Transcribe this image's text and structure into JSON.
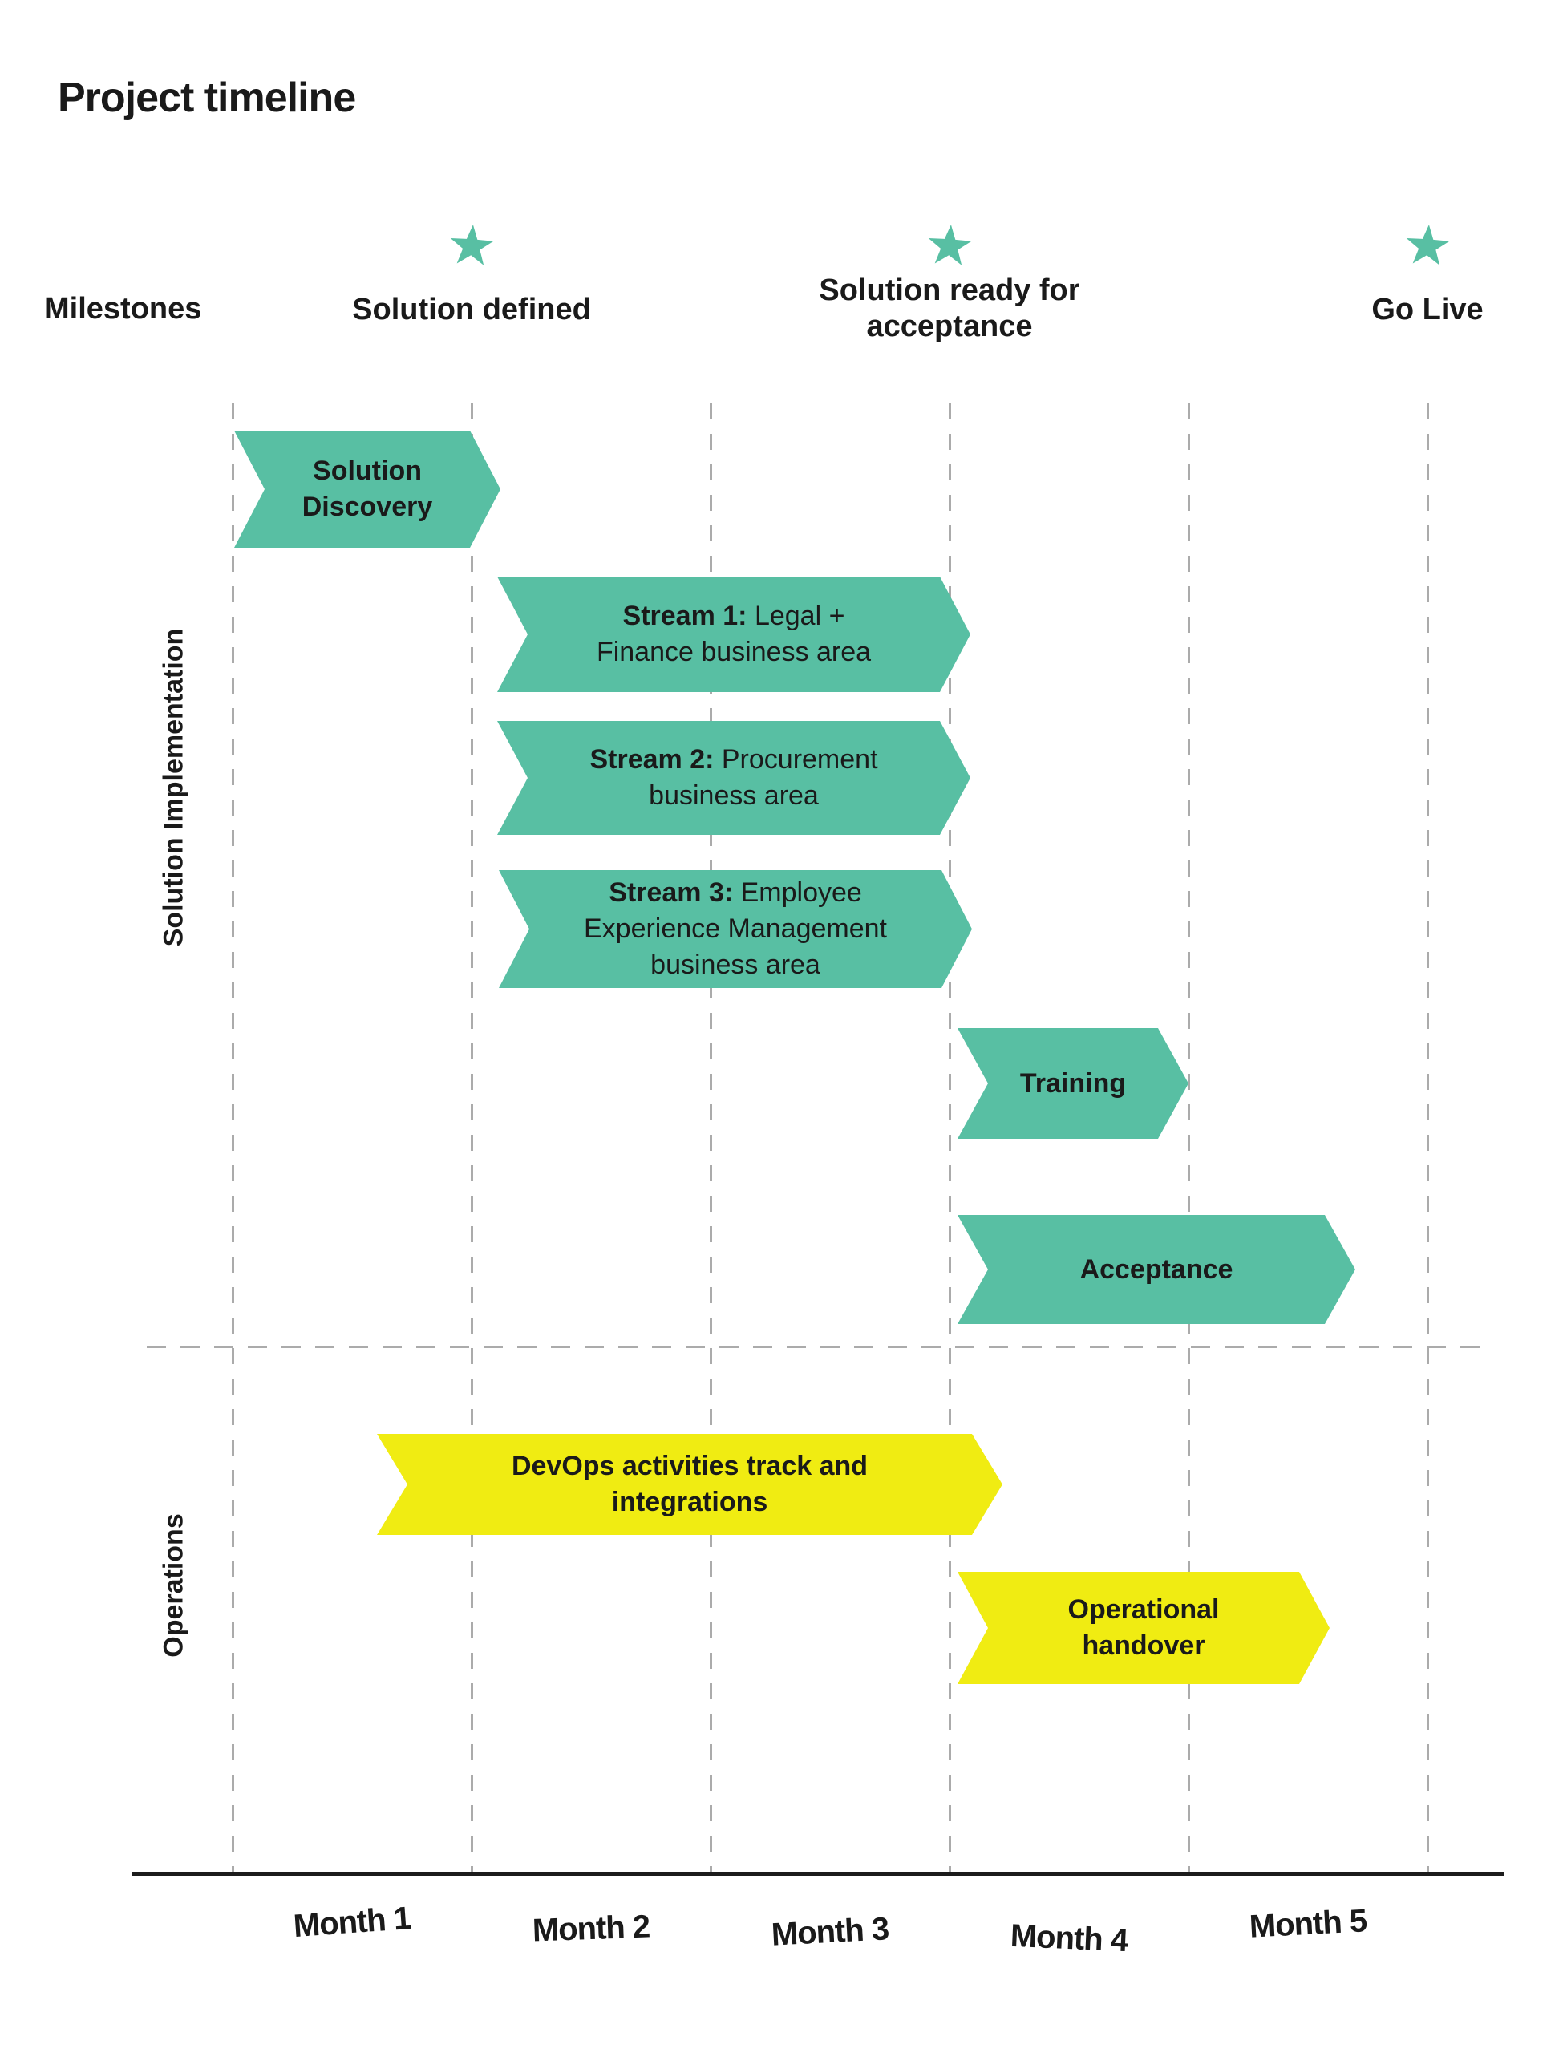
{
  "title": "Project timeline",
  "colors": {
    "teal": "#58BFA3",
    "yellow": "#F0EC12",
    "gridline": "#ABABAB",
    "axis": "#1C1C1C",
    "text": "#1A1A1A"
  },
  "milestones_row_label": "Milestones",
  "milestones": [
    {
      "label": "Solution defined",
      "at_month": 1
    },
    {
      "label": "Solution ready for acceptance",
      "at_month": 3
    },
    {
      "label": "Go Live",
      "at_month": 5
    }
  ],
  "sections": [
    {
      "label": "Solution Implementation"
    },
    {
      "label": "Operations"
    }
  ],
  "bars": [
    {
      "bold": "Solution Discovery",
      "rest": "",
      "color": "teal",
      "section": "Solution Implementation"
    },
    {
      "bold": "Stream 1:",
      "rest": " Legal + Finance business area",
      "color": "teal",
      "section": "Solution Implementation"
    },
    {
      "bold": "Stream 2:",
      "rest": " Procurement business area",
      "color": "teal",
      "section": "Solution Implementation"
    },
    {
      "bold": "Stream 3:",
      "rest": " Employee Experience Management business area",
      "color": "teal",
      "section": "Solution Implementation"
    },
    {
      "bold": "Training",
      "rest": "",
      "color": "teal",
      "section": "Solution Implementation"
    },
    {
      "bold": "Acceptance",
      "rest": "",
      "color": "teal",
      "section": "Solution Implementation"
    },
    {
      "bold": "DevOps activities track and integrations",
      "rest": "",
      "color": "yellow",
      "section": "Operations"
    },
    {
      "bold": "Operational handover",
      "rest": "",
      "color": "yellow",
      "section": "Operations"
    }
  ],
  "months": [
    "Month 1",
    "Month 2",
    "Month 3",
    "Month 4",
    "Month 5"
  ],
  "chart_data": {
    "type": "bar",
    "subtype": "gantt-project-timeline",
    "title": "Project timeline",
    "xlabel": "",
    "ylabel": "",
    "x_axis": {
      "categories": [
        "Month 1",
        "Month 2",
        "Month 3",
        "Month 4",
        "Month 5"
      ],
      "range_months": [
        0,
        5
      ],
      "gridlines": "dashed vertical line at every month boundary"
    },
    "legend_position": "none",
    "milestones": [
      {
        "label": "Solution defined",
        "at_month": 1,
        "marker": "star",
        "color": "#58BFA3"
      },
      {
        "label": "Solution ready for acceptance",
        "at_month": 3,
        "marker": "star",
        "color": "#58BFA3"
      },
      {
        "label": "Go Live",
        "at_month": 5,
        "marker": "star",
        "color": "#58BFA3"
      }
    ],
    "rows": [
      {
        "section": "Solution Implementation",
        "task": "Solution Discovery",
        "start": 0.0,
        "end": 1.1,
        "color": "#58BFA3"
      },
      {
        "section": "Solution Implementation",
        "task": "Stream 1: Legal + Finance business area",
        "start": 1.1,
        "end": 3.1,
        "color": "#58BFA3"
      },
      {
        "section": "Solution Implementation",
        "task": "Stream 2: Procurement business area",
        "start": 1.1,
        "end": 3.1,
        "color": "#58BFA3"
      },
      {
        "section": "Solution Implementation",
        "task": "Stream 3: Employee Experience Management business area",
        "start": 1.1,
        "end": 3.1,
        "color": "#58BFA3"
      },
      {
        "section": "Solution Implementation",
        "task": "Training",
        "start": 3.0,
        "end": 4.0,
        "color": "#58BFA3"
      },
      {
        "section": "Solution Implementation",
        "task": "Acceptance",
        "start": 3.0,
        "end": 4.7,
        "color": "#58BFA3"
      },
      {
        "section": "Operations",
        "task": "DevOps activities track and integrations",
        "start": 0.6,
        "end": 3.2,
        "color": "#F0EC12"
      },
      {
        "section": "Operations",
        "task": "Operational handover",
        "start": 3.0,
        "end": 4.6,
        "color": "#F0EC12"
      }
    ]
  }
}
